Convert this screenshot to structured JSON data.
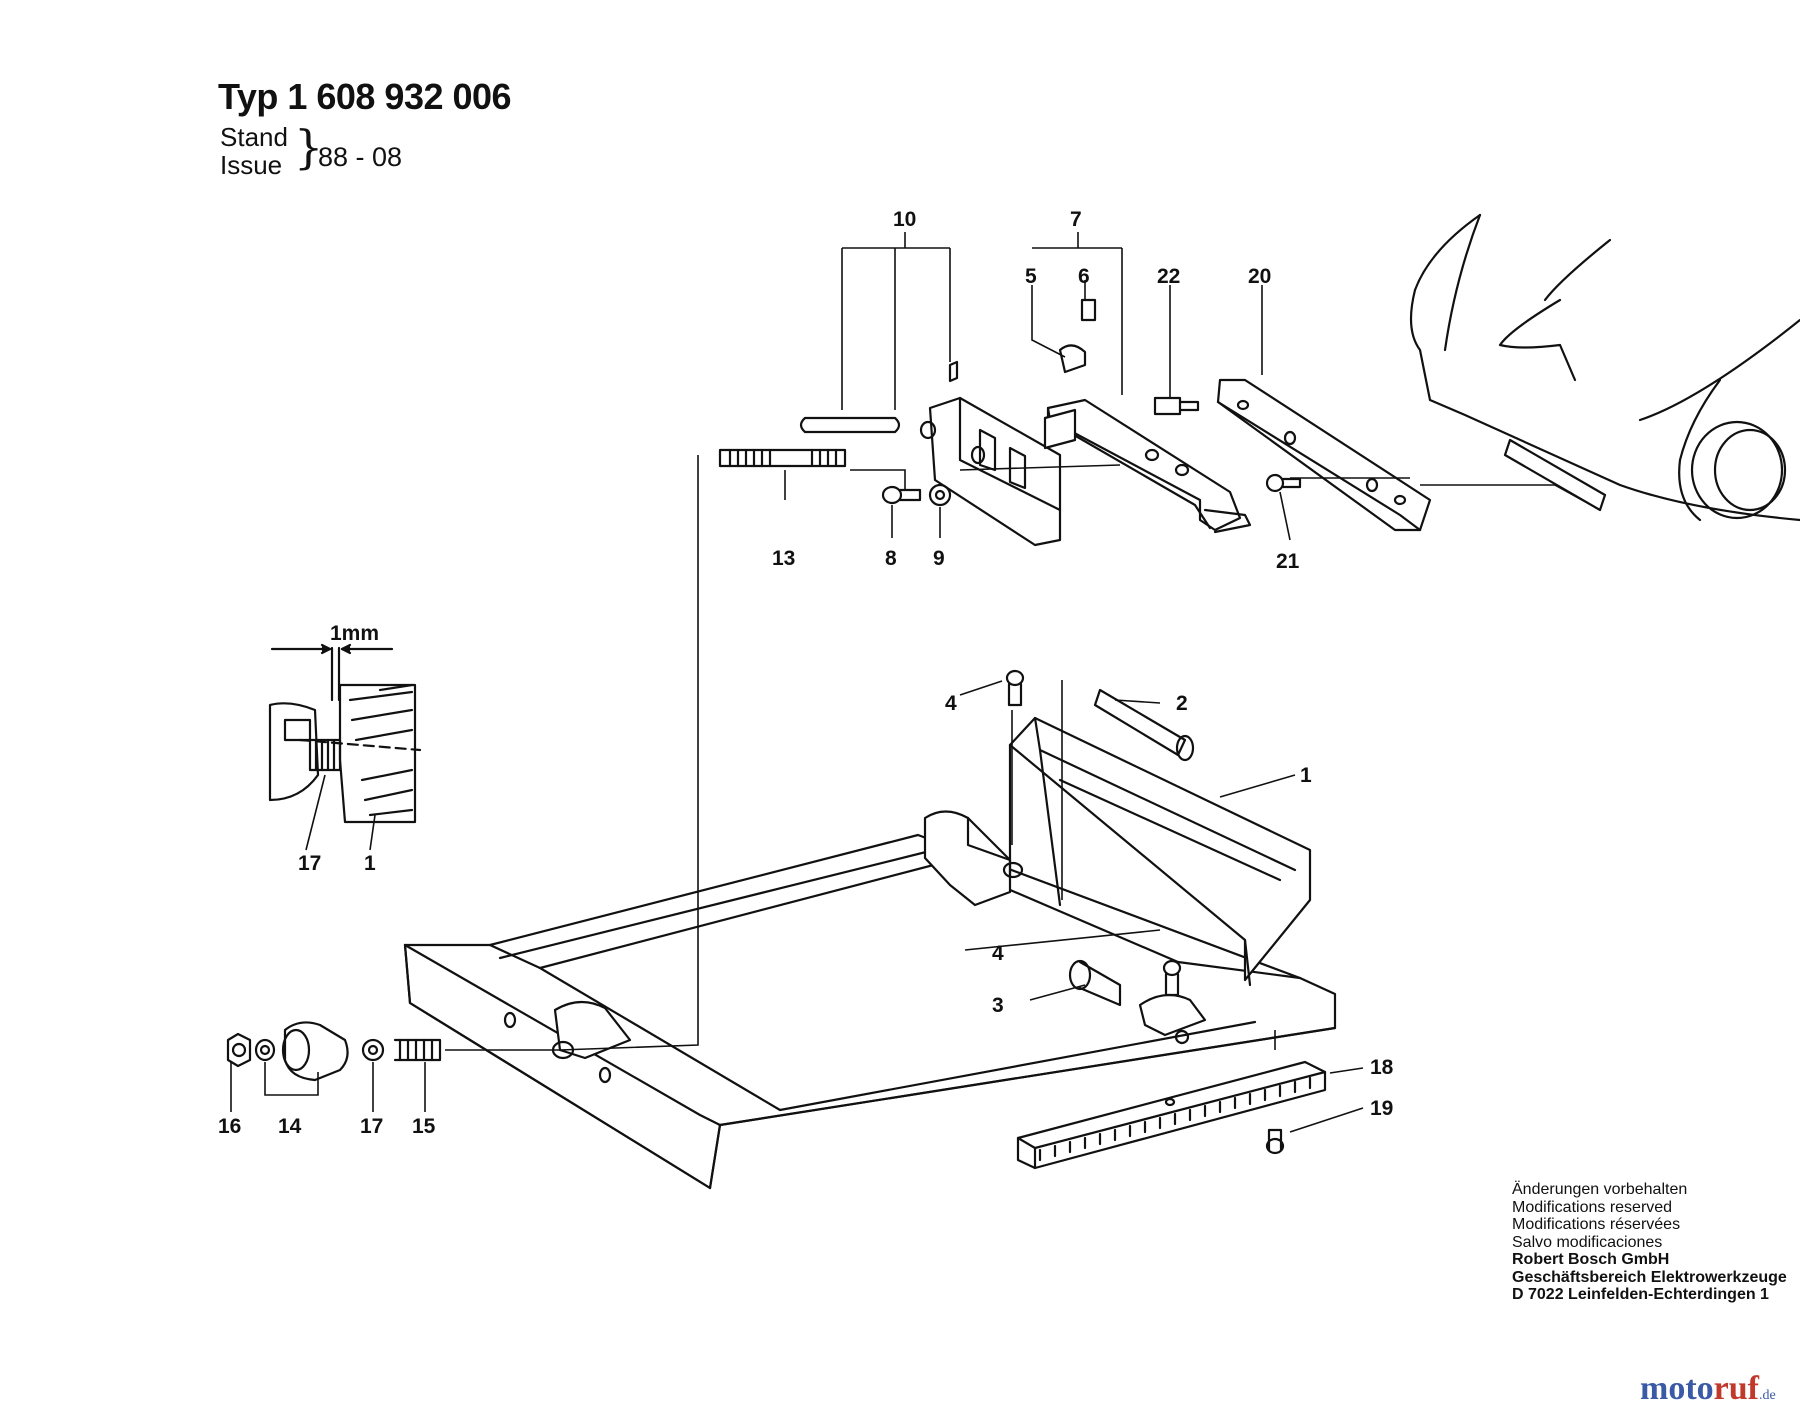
{
  "header": {
    "type_label": "Typ 1 608 932 006",
    "stand": "Stand",
    "issue": "Issue",
    "brace": "}",
    "date": "88 - 08"
  },
  "callouts": {
    "c1": "1",
    "c2": "2",
    "c3": "3",
    "c4a": "4",
    "c4b": "4",
    "c5": "5",
    "c6": "6",
    "c7": "7",
    "c8": "8",
    "c9": "9",
    "c10": "10",
    "c13": "13",
    "c14": "14",
    "c15": "15",
    "c16": "16",
    "c17a": "17",
    "c17b": "17",
    "c1b": "1",
    "c18": "18",
    "c19": "19",
    "c20": "20",
    "c21": "21",
    "c22": "22",
    "dimension": "1mm"
  },
  "notice": {
    "line1": "Änderungen vorbehalten",
    "line2": "Modifications reserved",
    "line3": "Modifications réservées",
    "line4": "Salvo modificaciones",
    "company1": "Robert Bosch GmbH",
    "company2": "Geschäftsbereich Elektrowerkzeuge",
    "company3": "D 7022 Leinfelden-Echterdingen 1"
  },
  "watermark": {
    "part1": "moto",
    "part2": "ruf",
    "suffix": ".de"
  }
}
